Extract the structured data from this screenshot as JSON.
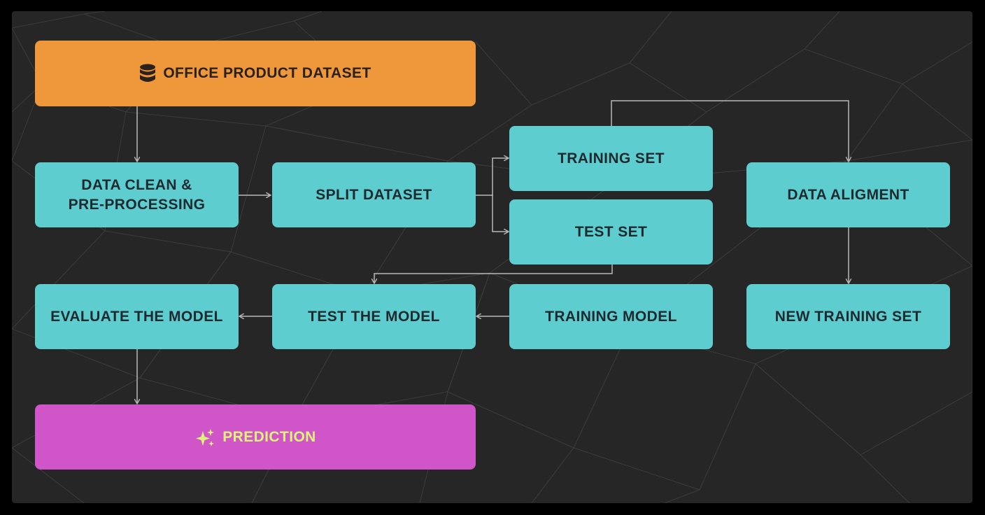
{
  "diagram": {
    "nodes": {
      "dataset": {
        "label": "OFFICE PRODUCT DATASET",
        "icon": "database-icon",
        "color": "#ef973b"
      },
      "clean": {
        "label": "DATA CLEAN &\nPRE-PROCESSING",
        "color": "#5dcdd0"
      },
      "split": {
        "label": "SPLIT DATASET",
        "color": "#5dcdd0"
      },
      "training_set": {
        "label": "TRAINING SET",
        "color": "#5dcdd0"
      },
      "test_set": {
        "label": "TEST SET",
        "color": "#5dcdd0"
      },
      "alignment": {
        "label": "DATA ALIGMENT",
        "color": "#5dcdd0"
      },
      "new_training": {
        "label": "NEW TRAINING SET",
        "color": "#5dcdd0"
      },
      "training_model": {
        "label": "TRAINING MODEL",
        "color": "#5dcdd0"
      },
      "test_model": {
        "label": "TEST THE MODEL",
        "color": "#5dcdd0"
      },
      "evaluate": {
        "label": "EVALUATE THE MODEL",
        "color": "#5dcdd0"
      },
      "prediction": {
        "label": "PREDICTION",
        "icon": "sparkles-icon",
        "color": "#d055c8"
      }
    },
    "edges": [
      {
        "from": "OFFICE PRODUCT DATASET",
        "to": "DATA CLEAN & PRE-PROCESSING"
      },
      {
        "from": "DATA CLEAN & PRE-PROCESSING",
        "to": "SPLIT DATASET"
      },
      {
        "from": "SPLIT DATASET",
        "to": "TRAINING SET"
      },
      {
        "from": "SPLIT DATASET",
        "to": "TEST SET"
      },
      {
        "from": "TRAINING SET",
        "to": "DATA ALIGMENT"
      },
      {
        "from": "DATA ALIGMENT",
        "to": "NEW TRAINING SET"
      },
      {
        "from": "TEST SET",
        "to": "TEST THE MODEL"
      },
      {
        "from": "TRAINING MODEL",
        "to": "TEST THE MODEL"
      },
      {
        "from": "TEST THE MODEL",
        "to": "EVALUATE THE MODEL"
      },
      {
        "from": "EVALUATE THE MODEL",
        "to": "PREDICTION"
      }
    ]
  }
}
